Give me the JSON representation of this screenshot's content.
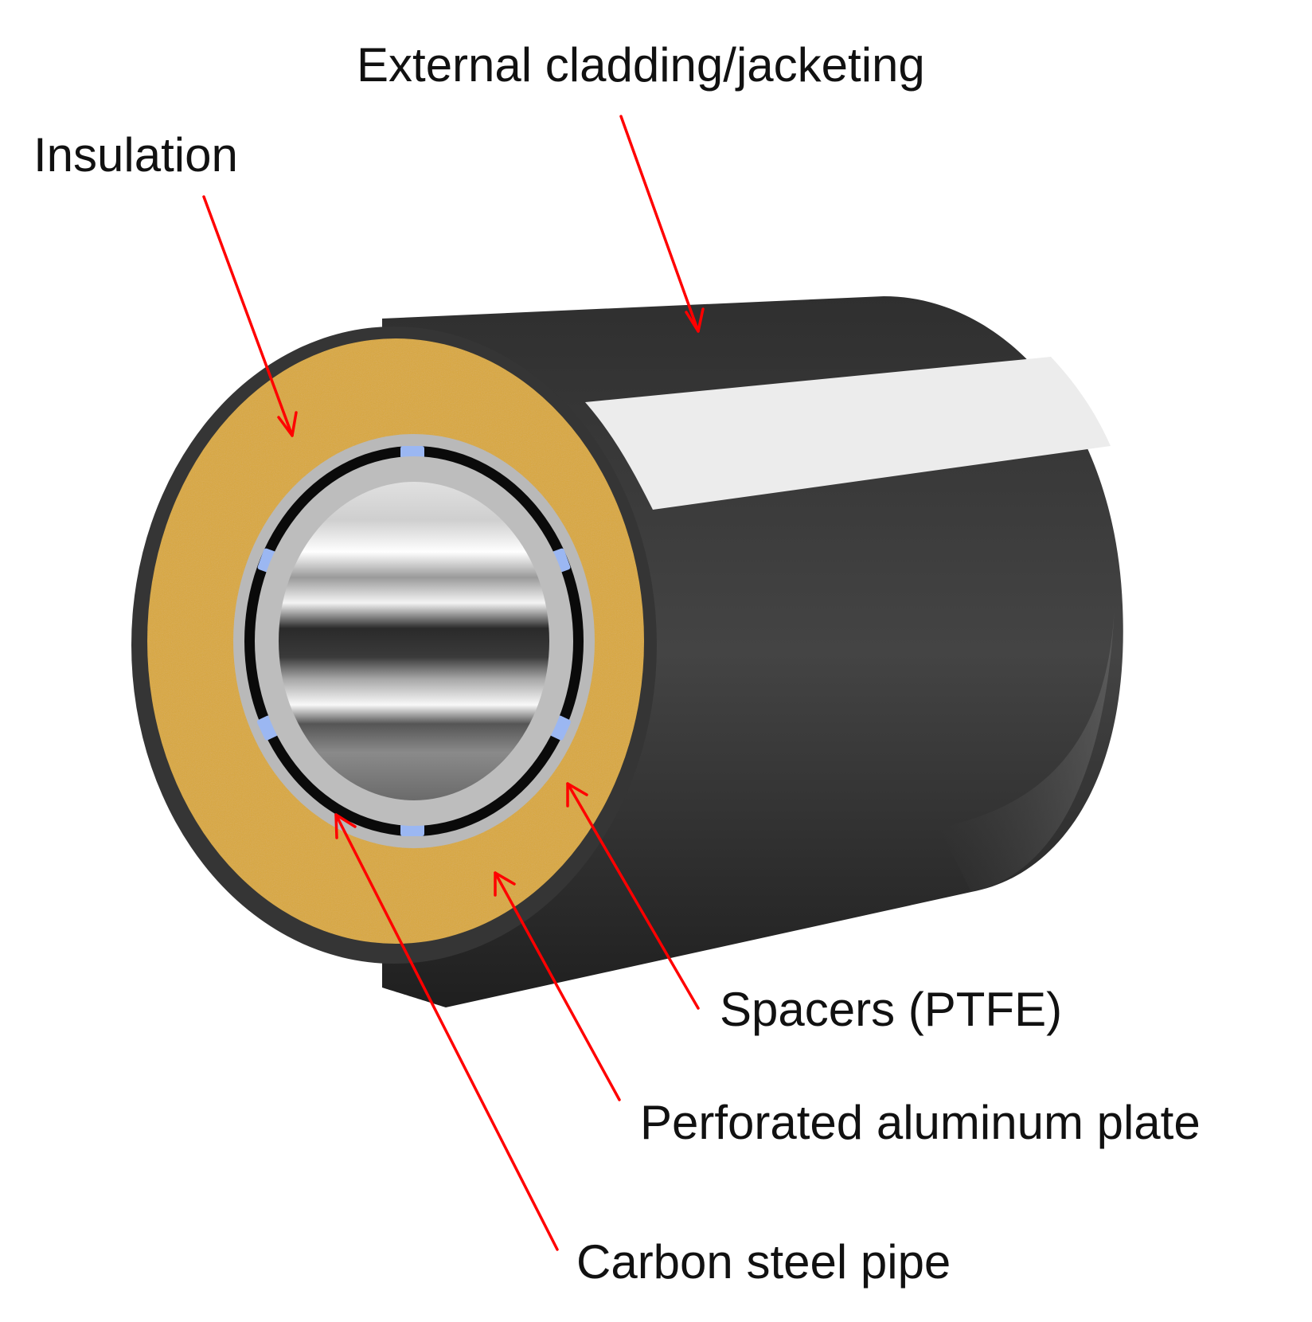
{
  "diagram": {
    "type": "cutaway-pipe-insulation",
    "colors": {
      "background": "#ffffff",
      "arrow": "#ff0000",
      "jacket_dark": "#3a3a3a",
      "jacket_highlight": "#ededed",
      "insulation": "#d9a83c",
      "aluminum_plate": "#b9b9b9",
      "gap": "#0a0a0a",
      "spacer": "#9bb7f2",
      "steel_pipe_rim": "#bdbdbd",
      "label_text": "#111111"
    },
    "labels": [
      {
        "id": "external-cladding",
        "text": "External cladding/jacketing"
      },
      {
        "id": "insulation",
        "text": "Insulation"
      },
      {
        "id": "spacers",
        "text": "Spacers (PTFE)"
      },
      {
        "id": "perforated-plate",
        "text": "Perforated aluminum plate"
      },
      {
        "id": "carbon-steel-pipe",
        "text": "Carbon steel pipe"
      }
    ],
    "layers_outer_to_inner": [
      "External cladding/jacketing",
      "Insulation",
      "Perforated aluminum plate",
      "Spacers (PTFE)",
      "Carbon steel pipe"
    ],
    "spacer_count": 6
  }
}
